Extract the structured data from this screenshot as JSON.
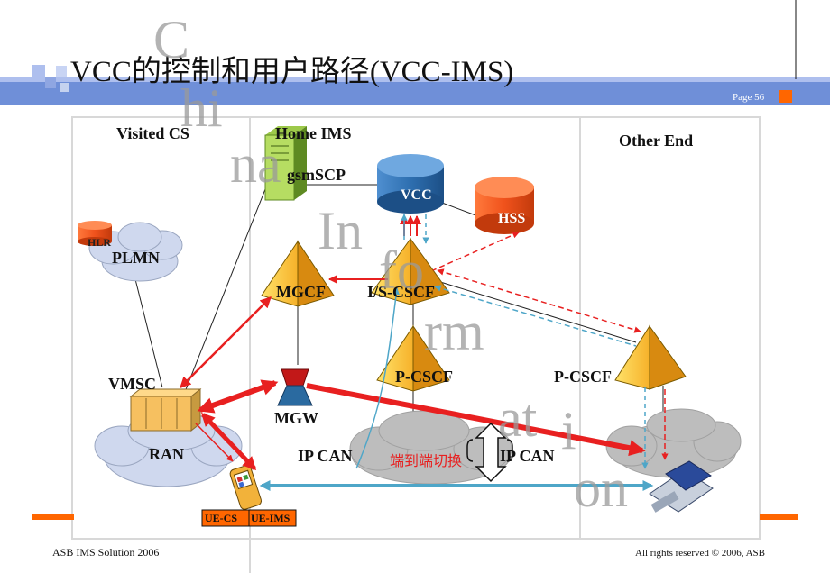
{
  "title": "VCC的控制和用户路径(VCC-IMS)",
  "page_label": "Page 56",
  "footer_left": "ASB IMS Solution 2006",
  "footer_right": "All rights reserved © 2006, ASB",
  "colors": {
    "band": "#6f8fd8",
    "orange": "#ff6600",
    "red": "#e82020",
    "blue": "#4ea6c8",
    "pyramid": "#f6b12a",
    "vcc": "#2e6fb0",
    "hss": "#f0521c"
  },
  "columns": {
    "visited": "Visited CS",
    "home": "Home IMS",
    "other": "Other End"
  },
  "nodes": {
    "gsmscp": "gsmSCP",
    "vcc": "VCC",
    "hss": "HSS",
    "hlr": "HLR",
    "plmn": "PLMN",
    "mgcf": "MGCF",
    "iscscf": "I/S-CSCF",
    "pcscf_home": "P-CSCF",
    "pcscf_other": "P-CSCF",
    "vmsc": "VMSC",
    "mgw": "MGW",
    "ran": "RAN",
    "ipcan_home": "IP CAN",
    "ipcan_other": "IP CAN",
    "handover": "端到端切换",
    "ue_cs": "UE-CS",
    "ue_ims": "UE-IMS"
  },
  "watermark": [
    "C",
    "hi",
    "na",
    "In",
    "fo",
    "rm",
    "at",
    "i",
    "on"
  ]
}
